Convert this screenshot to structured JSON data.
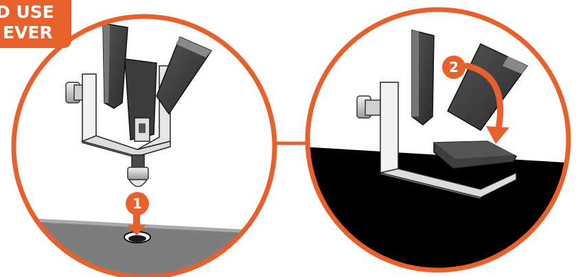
{
  "banner": {
    "line1": "D USE",
    "line2": "EVER"
  },
  "steps": {
    "step1": "1",
    "step2": "2"
  },
  "colors": {
    "accent": "#e8612c",
    "metal_dark": "#3a3a3a",
    "metal_mid": "#5a5a5a",
    "bracket_light": "#e9e9e9",
    "surface_grey": "#7d7d7d",
    "surface_black": "#000000",
    "background": "#ffffff"
  },
  "icons": {
    "left_panel": "clamp-on-surface-illustration",
    "right_panel": "clamp-lever-closing-illustration",
    "step1_arrow": "arrow-down-icon",
    "step2_arrow": "curved-arrow-icon"
  }
}
